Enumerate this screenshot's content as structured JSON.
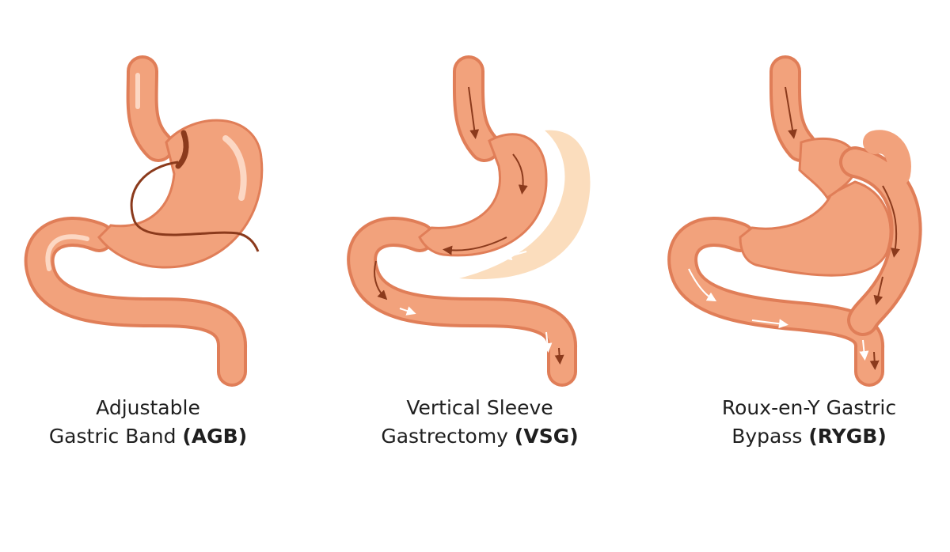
{
  "palette": {
    "tissue": "#F2A27C",
    "tissue_dark": "#E07E58",
    "highlight": "#FCD7C3",
    "removed": "#FBDDBD",
    "band": "#8B3A1C",
    "arrow_dark": "#8B3A1C",
    "arrow_light": "#FFFFFF"
  },
  "procedures": [
    {
      "line1": "Adjustable",
      "line2_prefix": "Gastric Band ",
      "abbr": "(AGB)"
    },
    {
      "line1": "Vertical Sleeve",
      "line2_prefix": "Gastrectomy ",
      "abbr": "(VSG)"
    },
    {
      "line1": "Roux-en-Y Gastric",
      "line2_prefix": "Bypass ",
      "abbr": "(RYGB)"
    }
  ]
}
